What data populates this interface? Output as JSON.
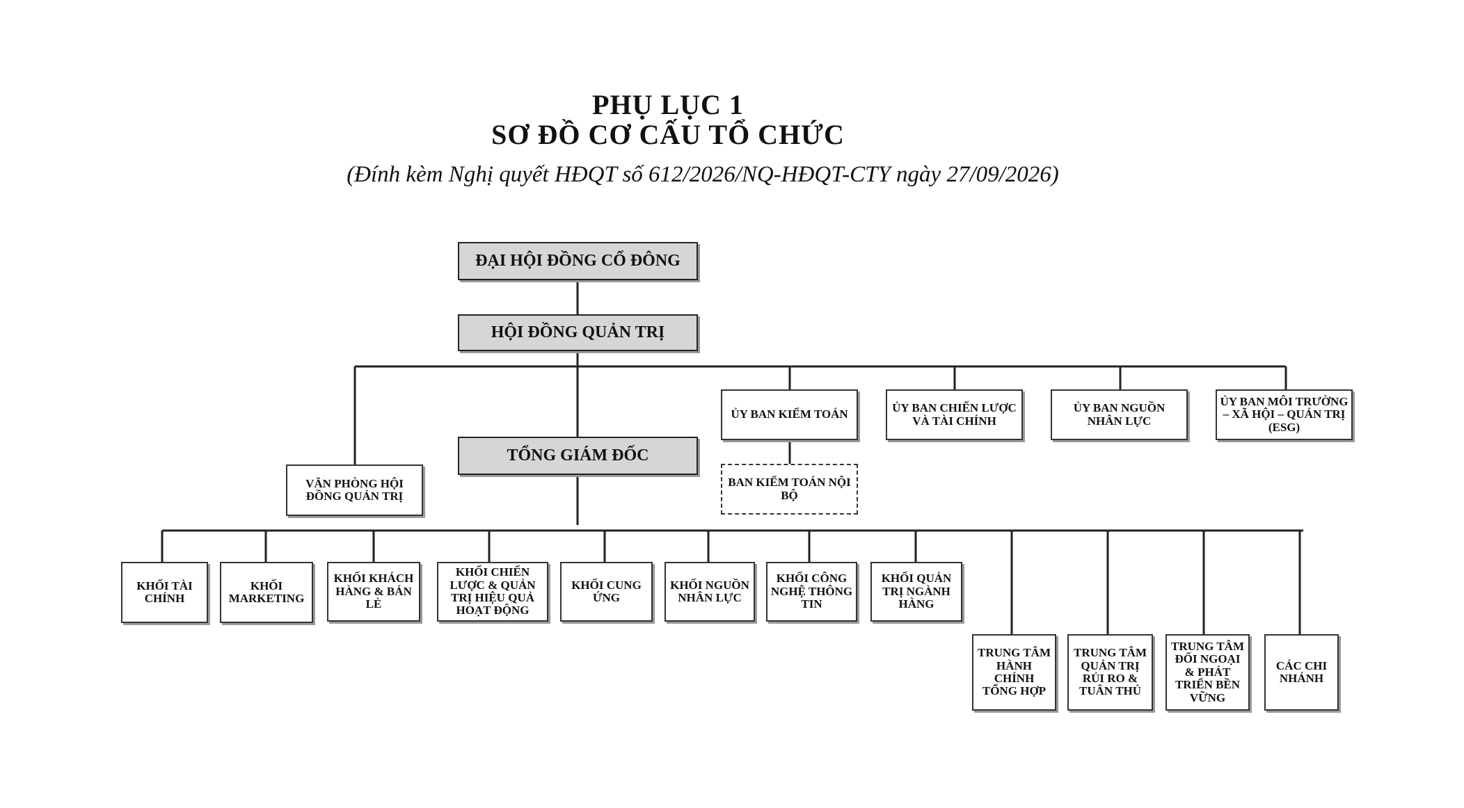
{
  "header": {
    "line1": "PHỤ LỤC 1",
    "line2": "SƠ ĐỒ CƠ CẤU TỔ CHỨC",
    "subtitle": "(Đính kèm Nghị quyết HĐQT số 612/2026/NQ-HĐQT-CTY ngày 27/09/2026)"
  },
  "nodes": {
    "agm": "ĐẠI HỘI ĐỒNG CỔ ĐÔNG",
    "board": "HỘI ĐỒNG QUẢN TRỊ",
    "ceo": "TỔNG GIÁM ĐỐC",
    "board_office": "VĂN PHÒNG HỘI ĐỒNG QUẢN TRỊ",
    "audit_committee": "ỦY BAN KIỂM TOÁN",
    "internal_audit": "BAN KIỂM TOÁN NỘI BỘ",
    "strategy_finance_committee": "ỦY BAN CHIẾN LƯỢC VÀ TÀI CHÍNH",
    "hr_committee": "ỦY BAN NGUỒN NHÂN LỰC",
    "esg_committee": "ỦY BAN MÔI TRƯỜNG – XÃ HỘI – QUẢN TRỊ (ESG)",
    "divisions": [
      "KHỐI TÀI CHÍNH",
      "KHỐI MARKETING",
      "KHỐI KHÁCH HÀNG & BÁN LẺ",
      "KHỐI CHIẾN LƯỢC & QUẢN TRỊ HIỆU QUẢ HOẠT ĐỘNG",
      "KHỐI CUNG ỨNG",
      "KHỐI NGUỒN NHÂN LỰC",
      "KHỐI CÔNG NGHỆ THÔNG TIN",
      "KHỐI QUẢN TRỊ NGÀNH HÀNG"
    ],
    "centers": [
      "TRUNG TÂM HÀNH CHÍNH TỔNG HỢP",
      "TRUNG TÂM QUẢN TRỊ RỦI RO & TUÂN THỦ",
      "TRUNG TÂM ĐỐI NGOẠI & PHÁT TRIỂN BỀN VỮNG",
      "CÁC CHI NHÁNH"
    ]
  }
}
